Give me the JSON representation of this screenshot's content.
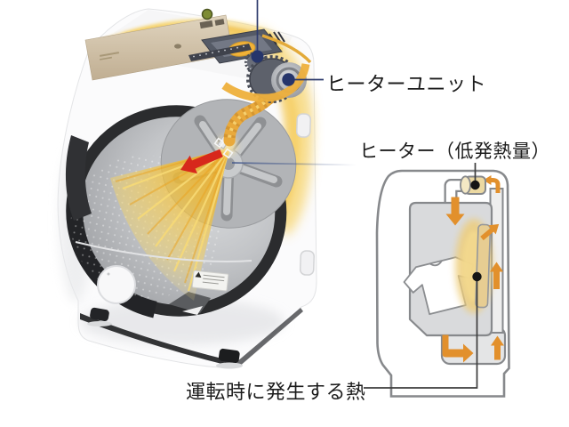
{
  "figure": {
    "title_labels": {
      "heater_unit": "ヒーターユニット",
      "heater_low_heat": "ヒーター（低発熱量）",
      "operation_heat": "運転時に発生する熱"
    },
    "colors": {
      "background": "#ffffff",
      "label_text": "#1c1c1c",
      "leader_line_navy": "#2e3b6d",
      "leader_line_dark": "#3c3c3c",
      "heat_yellow": "#f5c63f",
      "arrow_orange": "#e2902c",
      "spray_arrow_red": "#d7281c",
      "heater_tan": "#ecd9a2",
      "schematic_outline_gray": "#87898c",
      "panel_champagne": "#cfc0a6"
    },
    "icons": {
      "washer_illustration": "drum-washer-cutaway-with-heat-flow",
      "schematic": "heat-circulation-side-view",
      "marker_dots": [
        "duct-point-dot",
        "heater-unit-dot",
        "heater-dot",
        "drum-heat-dot"
      ]
    }
  }
}
